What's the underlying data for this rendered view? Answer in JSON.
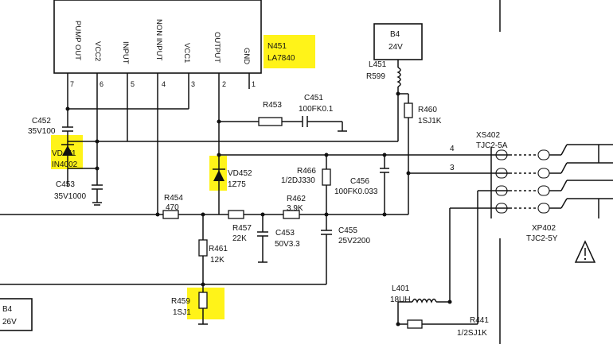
{
  "ic": {
    "ref": "N451",
    "part": "LA7840",
    "pins": [
      {
        "name": "PUMP OUT",
        "num": "7"
      },
      {
        "name": "VCC2",
        "num": "6"
      },
      {
        "name": "INPUT",
        "num": "5"
      },
      {
        "name": "NON INPUT",
        "num": "4"
      },
      {
        "name": "VCC1",
        "num": "3"
      },
      {
        "name": "OUTPUT",
        "num": "2"
      },
      {
        "name": "GND",
        "num": "1"
      }
    ]
  },
  "supply_box_top": {
    "label": "B4",
    "voltage": "24V"
  },
  "supply_box_bottom": {
    "label": "B4",
    "voltage": "26V"
  },
  "components": {
    "l451": {
      "ref": "L451",
      "value": "R599"
    },
    "r460": {
      "ref": "R460",
      "value": "1SJ1K"
    },
    "r453": {
      "ref": "R453",
      "value": ""
    },
    "c451": {
      "ref": "C451",
      "value": "100FK0.1"
    },
    "c452": {
      "ref": "C452",
      "value": "35V100"
    },
    "vd451": {
      "ref": "VD451",
      "value": "IN4002"
    },
    "c453": {
      "ref": "C453",
      "value": "35V1000"
    },
    "vd452": {
      "ref": "VD452",
      "value": "1Z75"
    },
    "r466": {
      "ref": "R466",
      "value": "1/2DJ330"
    },
    "c456": {
      "ref": "C456",
      "value": "100FK0.033"
    },
    "r454": {
      "ref": "R454",
      "value": "470"
    },
    "r457": {
      "ref": "R457",
      "value": "22K"
    },
    "r462": {
      "ref": "R462",
      "value": "3.9K"
    },
    "c453b": {
      "ref": "C453",
      "value": "50V3.3"
    },
    "c455": {
      "ref": "C455",
      "value": "25V2200"
    },
    "r461": {
      "ref": "R461",
      "value": "12K"
    },
    "r459": {
      "ref": "R459",
      "value": "1SJ1"
    },
    "l401": {
      "ref": "L401",
      "value": "18UH"
    },
    "r441": {
      "ref": "R441",
      "value": "1/2SJ1K"
    }
  },
  "connectors": {
    "xs402": {
      "ref": "XS402",
      "type": "TJC2-5A",
      "pin4": "4",
      "pin3": "3"
    },
    "xp402": {
      "ref": "XP402",
      "type": "TJC2-5Y"
    }
  },
  "highlight_color": "#fff200",
  "warning_icon": "warning-triangle-icon"
}
